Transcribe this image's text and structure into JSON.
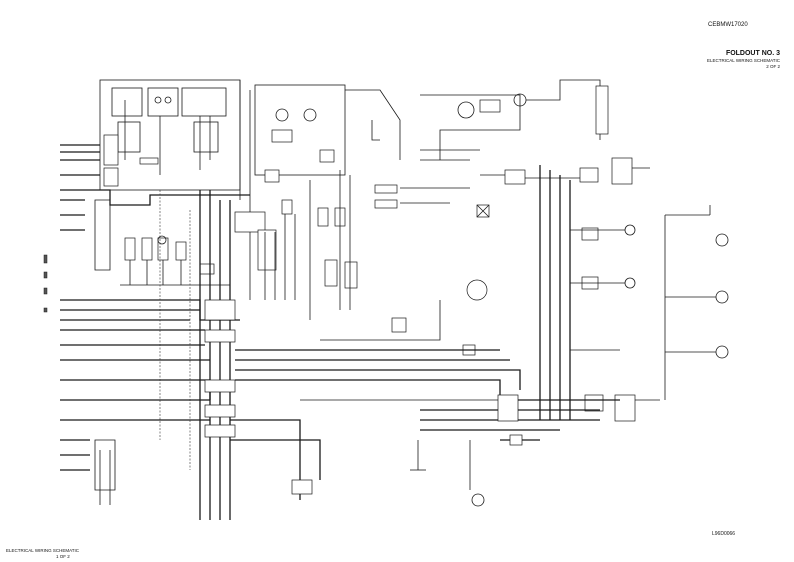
{
  "header": {
    "doc_id": "CEBMW17020",
    "foldout_title": "FOLDOUT NO. 3",
    "subtitle": "ELECTRICAL WIRING SCHEMATIC",
    "sheet": "2 OF 2"
  },
  "footer": {
    "figure_code": "L96D0066",
    "title": "ELECTRICAL WIRING SCHEMATIC",
    "sheet": "1 OF 2"
  },
  "colors": {
    "line": "#1a1a1a",
    "background": "#ffffff"
  }
}
